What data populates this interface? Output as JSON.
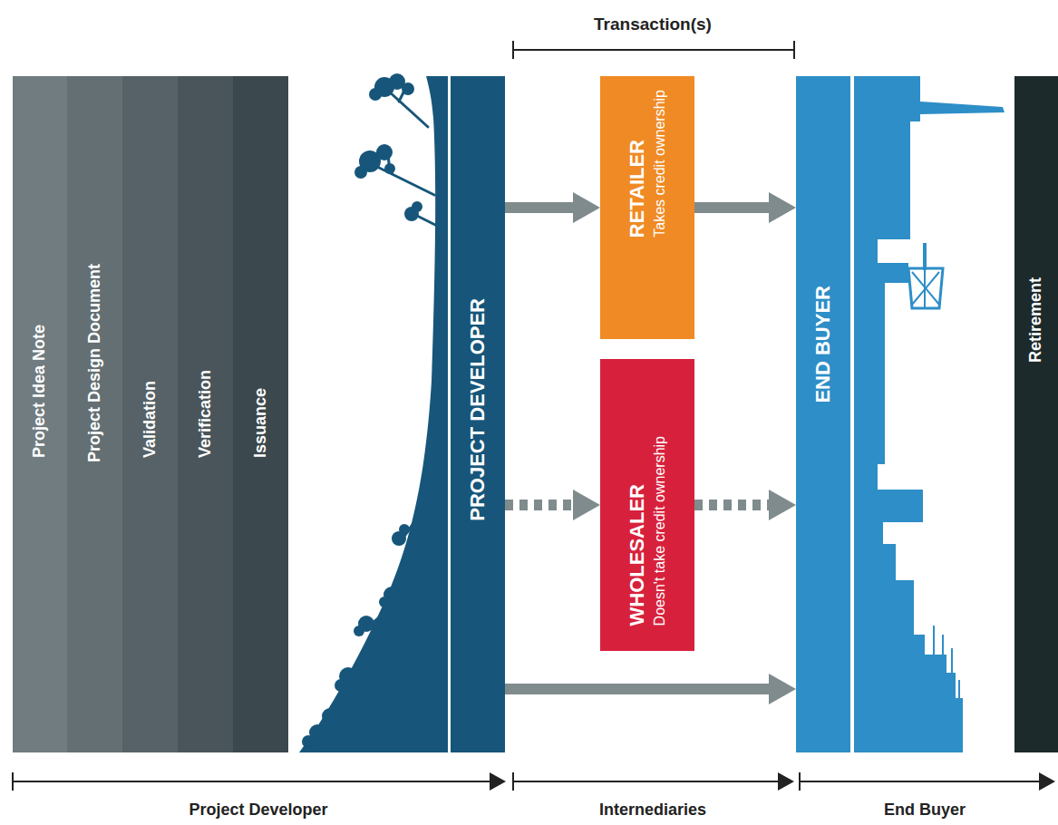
{
  "diagram": {
    "nodes": [
      {
        "text": [
          "Project Idea Note"
        ]
      },
      {
        "text": [
          "Project Design Document"
        ]
      },
      {
        "text": [
          "Validation"
        ]
      },
      {
        "text": [
          "Verification"
        ]
      },
      {
        "text": [
          "Issuance"
        ]
      },
      {
        "text": [
          "PROJECT DEVELOPER"
        ]
      },
      {
        "text": [
          "RETAILER",
          "Takes credit ownership"
        ]
      },
      {
        "text": [
          "WHOLESALER",
          "Doesn't take credit ownership"
        ]
      },
      {
        "text": [
          "END BUYER"
        ]
      },
      {
        "text": [
          "Retirement"
        ]
      }
    ],
    "edges": [
      {
        "from": 5,
        "to": 6,
        "arrow": "to"
      },
      {
        "from": 6,
        "to": 8,
        "arrow": "to"
      },
      {
        "from": 5,
        "to": 7,
        "arrow": "to"
      },
      {
        "from": 7,
        "to": 8,
        "arrow": "to"
      },
      {
        "from": 5,
        "to": 8,
        "arrow": "to"
      }
    ],
    "labels": [
      "Transaction(s)",
      "Project Developer",
      "Internediaries",
      "End Buyer"
    ]
  }
}
